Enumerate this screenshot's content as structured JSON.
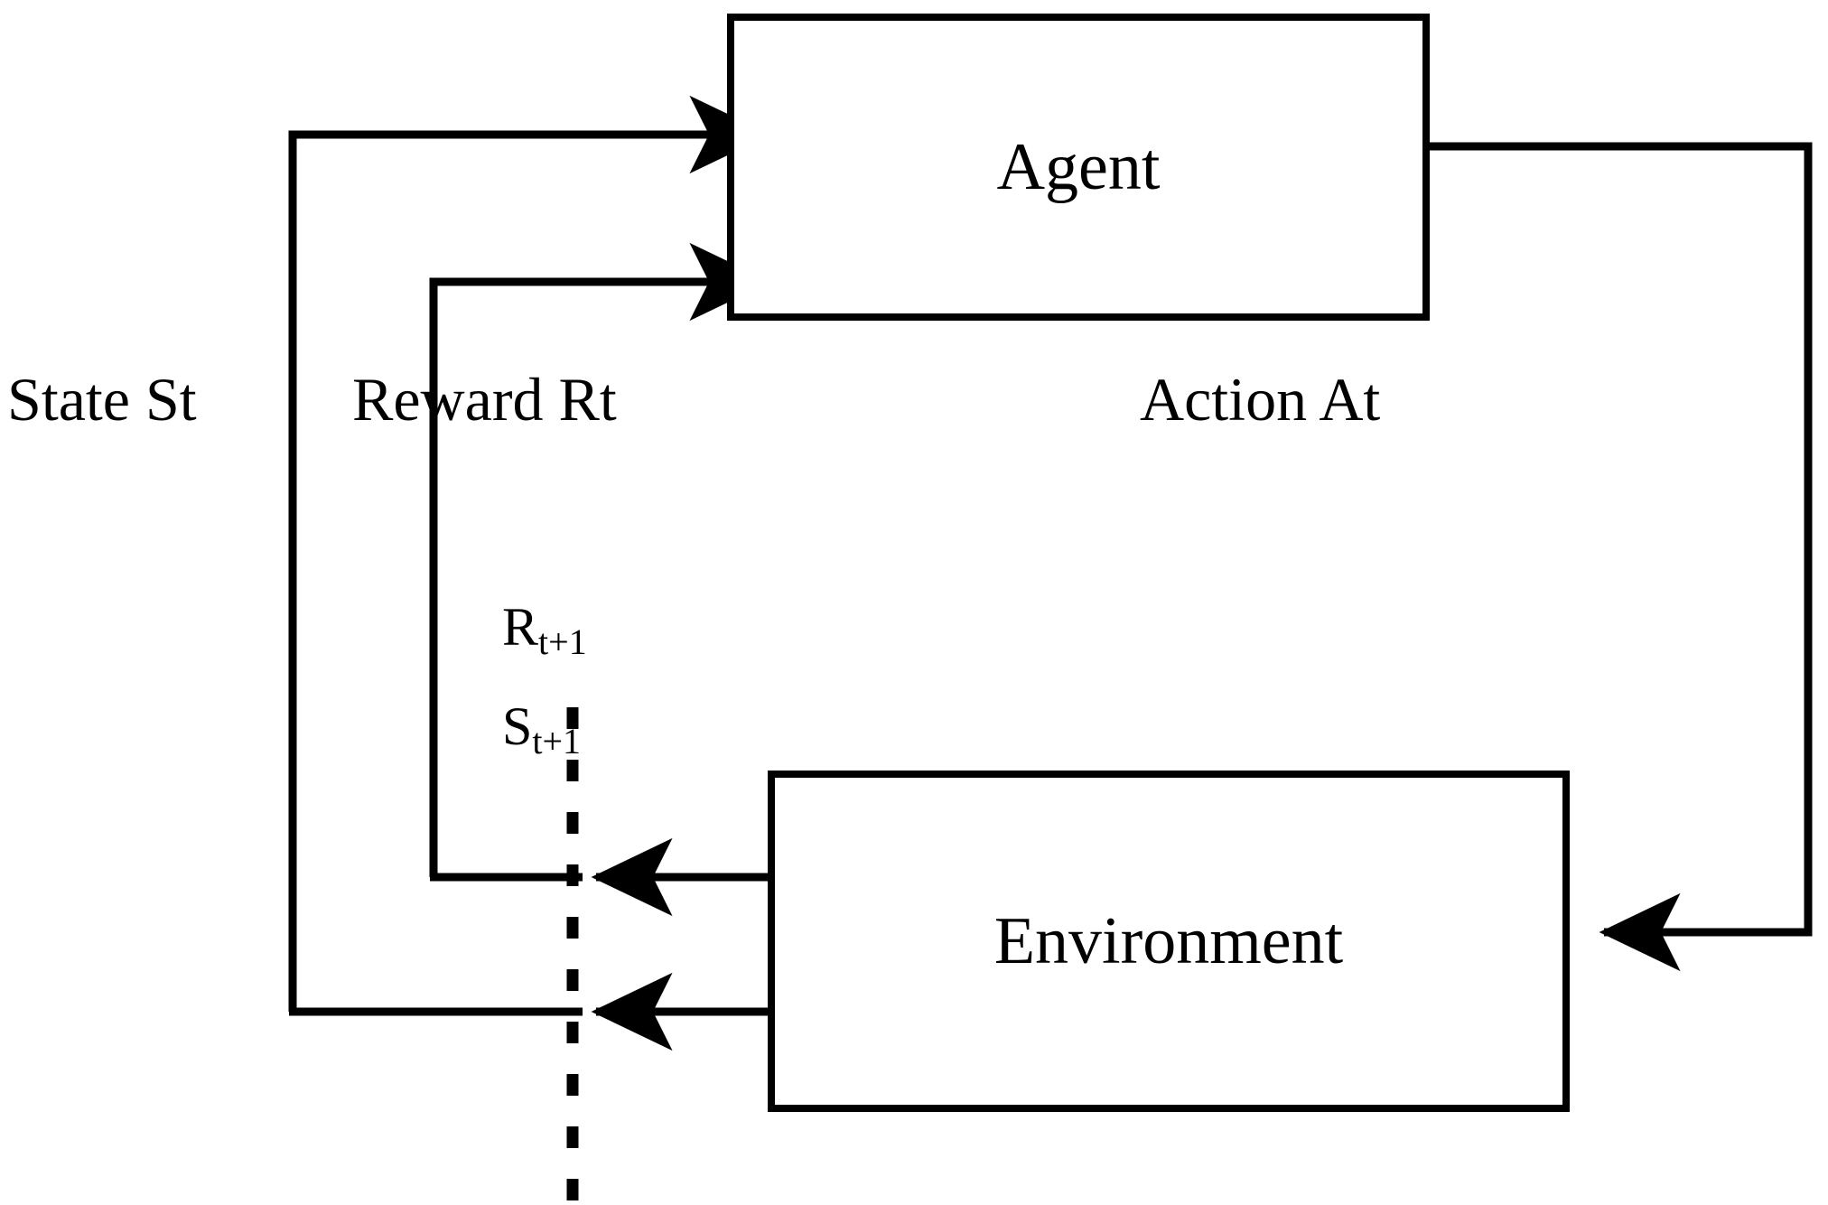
{
  "diagram": {
    "title": "Reinforcement Learning Agent-Environment Interaction Loop",
    "background_color": "#ffffff",
    "stroke_color": "#000000",
    "nodes": [
      {
        "id": "agent",
        "label": "Agent"
      },
      {
        "id": "environment",
        "label": "Environment"
      }
    ],
    "edge_labels": [
      {
        "id": "state",
        "text": "State St"
      },
      {
        "id": "reward",
        "text": "Reward Rt"
      },
      {
        "id": "action",
        "text": "Action At"
      }
    ],
    "flow_labels": [
      {
        "id": "reward_next",
        "base": "R",
        "sub": "t+1"
      },
      {
        "id": "state_next",
        "base": "S",
        "sub": "t+1"
      }
    ],
    "boundary": {
      "id": "time-boundary",
      "style": "dashed",
      "orientation": "vertical"
    }
  }
}
